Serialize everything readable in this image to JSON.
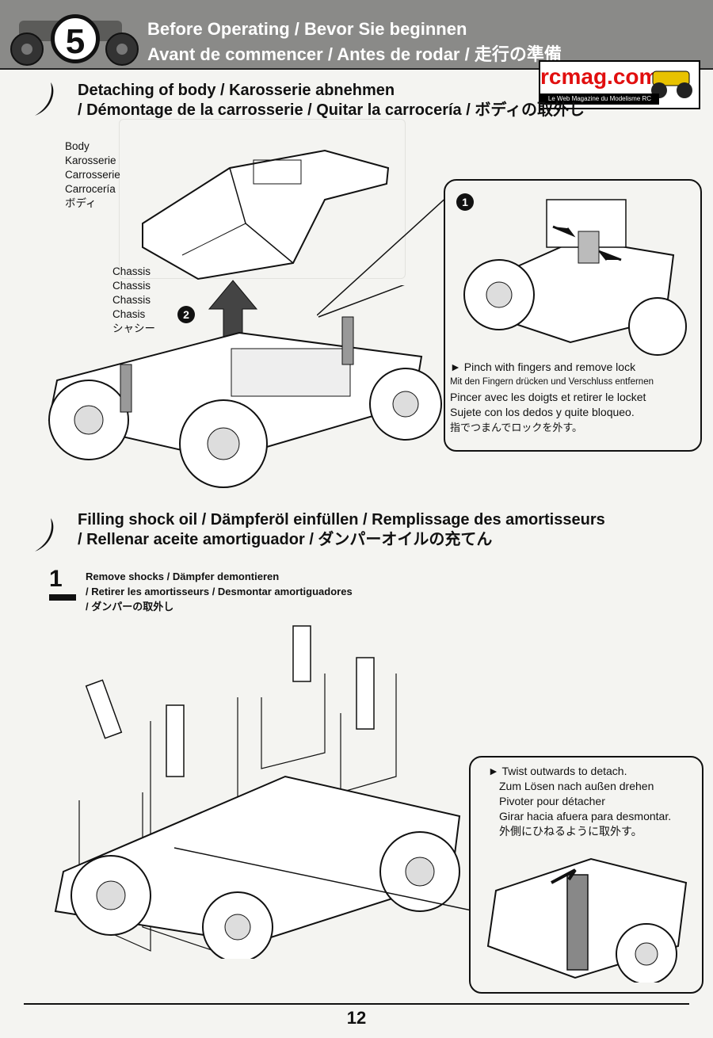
{
  "header": {
    "step_number": "5",
    "title_line1": "Before Operating  /  Bevor Sie beginnen",
    "title_line2": "Avant de commencer  /  Antes de rodar  /  走行の準備"
  },
  "logo": {
    "name": "rcmag.com",
    "tagline": "Le Web Magazine du Modelisme RC"
  },
  "section_detach": {
    "title_line1": "Detaching of body / Karosserie abnehmen",
    "title_line2": "/ Démontage de la carrosserie / Quitar la carrocería  / ボディの取外し",
    "body_labels": [
      "Body",
      "Karosserie",
      "Carrosserie",
      "Carrocería",
      "ボディ"
    ],
    "chassis_labels": [
      "Chassis",
      "Chassis",
      "Chassis",
      "Chasis",
      "シャシー"
    ],
    "marker_2": "2",
    "callout": {
      "marker": "1",
      "lines": [
        "► Pinch with fingers and remove lock",
        "Mit den Fingern drücken und Verschluss entfernen",
        "Pincer avec les doigts et retirer le locket",
        "Sujete con los dedos y quite bloqueo.",
        "指でつまんでロックを外す。"
      ]
    }
  },
  "section_shock": {
    "title_line1": "Filling shock oil / Dämpferöl einfüllen / Remplissage des amortisseurs",
    "title_line2": "/ Rellenar aceite amortiguador / ダンパーオイルの充てん",
    "step": {
      "number": "1",
      "lines": [
        "Remove shocks / Dämpfer demontieren",
        "/ Retirer les amortisseurs / Desmontar amortiguadores",
        "/ ダンパーの取外し"
      ]
    },
    "callout": {
      "lines": [
        "► Twist outwards to detach.",
        "Zum Lösen nach außen drehen",
        "Pivoter pour détacher",
        "Girar hacia afuera para desmontar.",
        "外側にひねるように取外す。"
      ]
    }
  },
  "page_number": "12"
}
